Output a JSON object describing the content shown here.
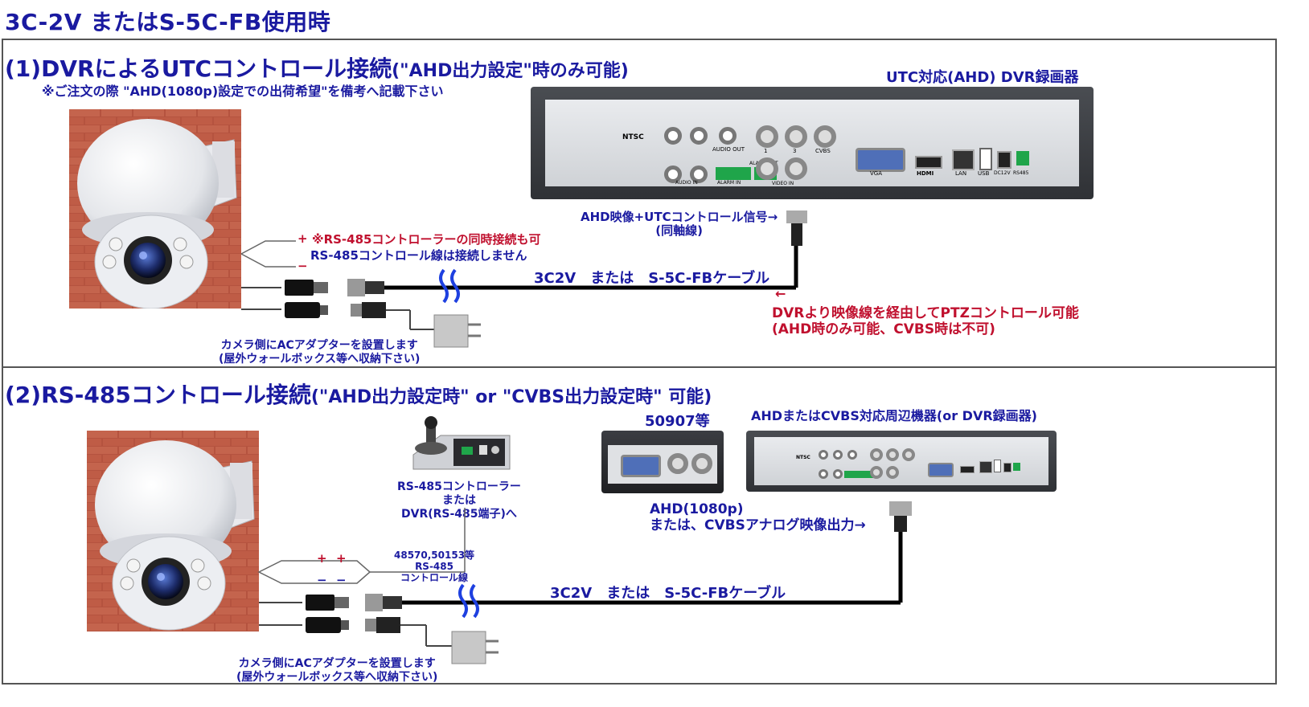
{
  "header": {
    "title": "3C-2V またはS-5C-FB使用時"
  },
  "section1": {
    "title": "(1)DVRによるUTCコントロール接続",
    "title_suffix": "(\"AHD出力設定\"時のみ可能)",
    "order_note": "※ご注文の際 \"AHD(1080p)設定での出荷希望\"を備考へ記載下さい",
    "device_label": "UTC対応(AHD) DVR録画器",
    "signal_label_1": "AHD映像+UTCコントロール信号→",
    "signal_label_2": "(同軸線)",
    "rs485_simultaneous": "※RS-485コントローラーの同時接続も可",
    "rs485_not_connected": "RS-485コントロール線は接続しません",
    "plus": "+",
    "minus": "−",
    "cable_label": "3C2V　または　S-5C-FBケーブル",
    "arrow": "←",
    "ptz_note_1": "DVRより映像線を経由してPTZコントロール可能",
    "ptz_note_2": "(AHD時のみ可能、CVBS時は不可)",
    "adapter_note_1": "カメラ側にACアダプターを設置します",
    "adapter_note_2": "(屋外ウォールボックス等へ収納下さい)"
  },
  "section2": {
    "title": "(2)RS-485コントロール接続",
    "title_suffix": "(\"AHD出力設定時\" or \"CVBS出力設定時\" 可能)",
    "controller_label_1": "RS-485コントローラー",
    "controller_label_2": "または",
    "controller_label_3": "DVR(RS-485端子)へ",
    "model_label": "50907等",
    "device_label": "AHDまたはCVBS対応周辺機器(or DVR録画器)",
    "output_label_1": "AHD(1080p)",
    "output_label_2": "または、CVBSアナログ映像出力→",
    "rs485_cable_1": "48570,50153等",
    "rs485_cable_2": "RS-485",
    "rs485_cable_3": "コントロール線",
    "plus": "+",
    "minus": "−",
    "cable_label": "3C2V　または　S-5C-FBケーブル",
    "adapter_note_1": "カメラ側にACアダプターを設置します",
    "adapter_note_2": "(屋外ウォールボックス等へ収納下さい)"
  },
  "dvr_panel": {
    "ntsc": "NTSC",
    "audio_out": "AUDIO OUT",
    "audio_in": "AUDIO IN",
    "alarm_in": "ALARM IN",
    "alarm_out": "ALARM OUT",
    "video_in": "VIDEO IN",
    "cvbs": "CVBS",
    "vga": "VGA",
    "hdmi": "HDMI",
    "lan": "LAN",
    "usb": "USB",
    "dc12v": "DC12V",
    "rs485": "RS485",
    "ch1": "1",
    "ch3": "3"
  },
  "colors": {
    "title_blue": "#1a1aa0",
    "note_red": "#c0102e",
    "cable_black": "#000000",
    "border_gray": "#555555"
  }
}
